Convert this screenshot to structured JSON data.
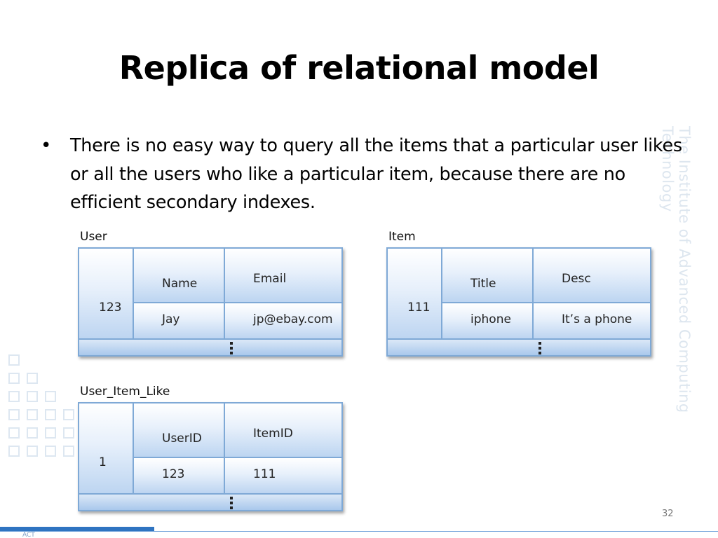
{
  "slide": {
    "title": "Replica of relational model",
    "bullet": "There is no easy way to query all the items that a particular user likes or all the users who like a particular item, because there are no efficient secondary indexes.",
    "page_number": "32",
    "watermark": "The Institute of Advanced Computing Technology",
    "footer_logo": "ACT"
  },
  "tables": {
    "user": {
      "label": "User",
      "id": "123",
      "col1": "Name",
      "col2": "Email",
      "val1": "Jay",
      "val2": "jp@ebay.com"
    },
    "item": {
      "label": "Item",
      "id": "111",
      "col1": "Title",
      "col2": "Desc",
      "val1": "iphone",
      "val2": "It’s a phone"
    },
    "user_item_like": {
      "label": "User_Item_Like",
      "id": "1",
      "col1": "UserID",
      "col2": "ItemID",
      "val1": "123",
      "val2": "111"
    }
  },
  "icons": {
    "more_rows": "vertical-ellipsis-icon"
  },
  "colors": {
    "cell_border": "#7fa9d6",
    "cell_fill": "#bdd5f1",
    "footer_bar": "#2f74c1"
  }
}
